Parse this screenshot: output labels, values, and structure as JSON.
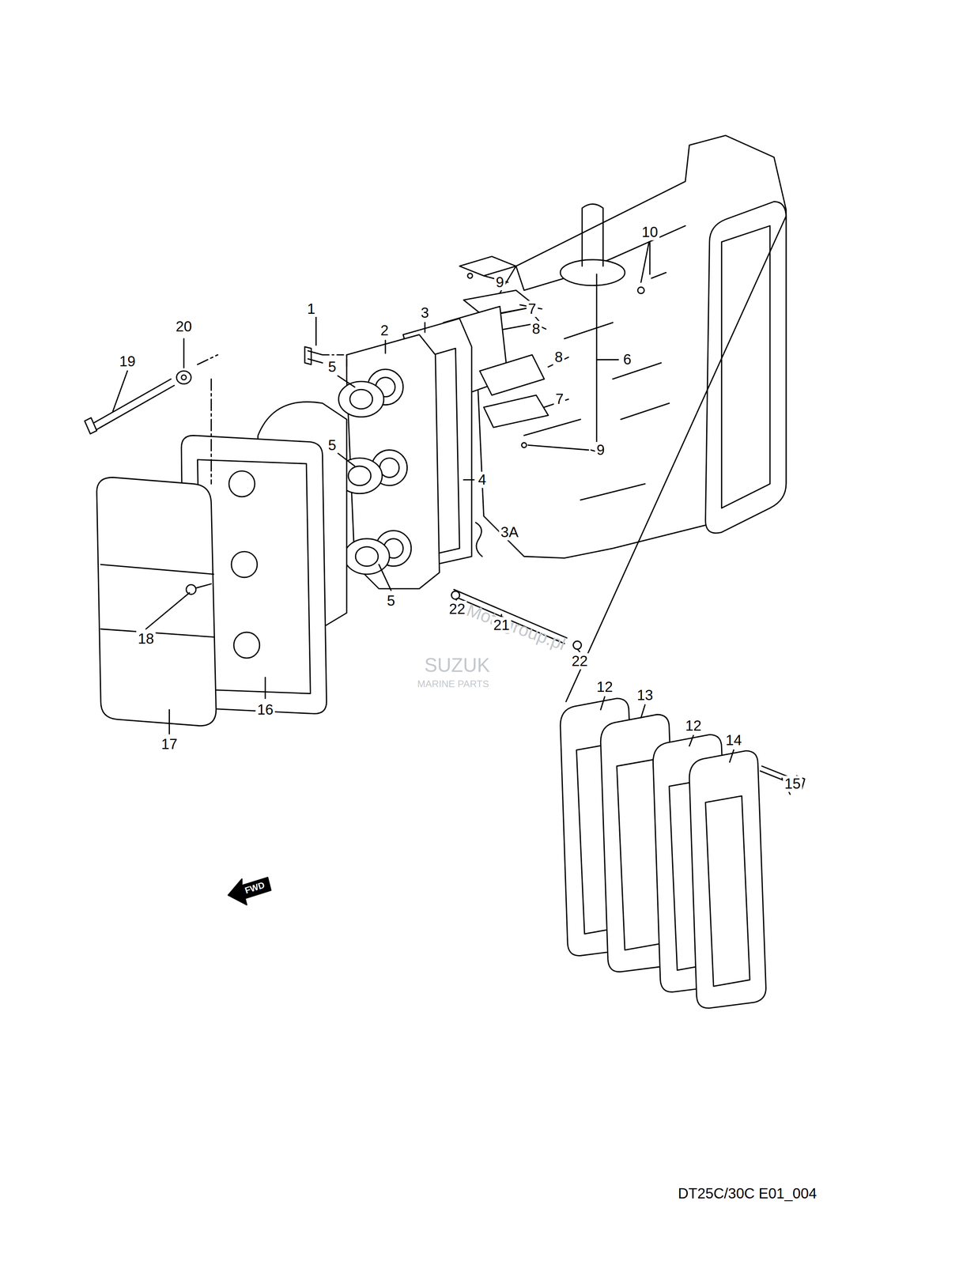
{
  "diagram": {
    "labels": [
      "10",
      "9",
      "1",
      "20",
      "3",
      "7",
      "2",
      "8",
      "19",
      "8",
      "6",
      "5",
      "7",
      "9",
      "5",
      "4",
      "3A",
      "5",
      "22",
      "Motogroup.pl",
      "21",
      "SUZUK",
      "MARINE PARTS",
      "18",
      "22",
      "12",
      "13",
      "16",
      "12",
      "14",
      "17",
      "15",
      "FWD",
      "DT25C/30C E01_004"
    ]
  }
}
